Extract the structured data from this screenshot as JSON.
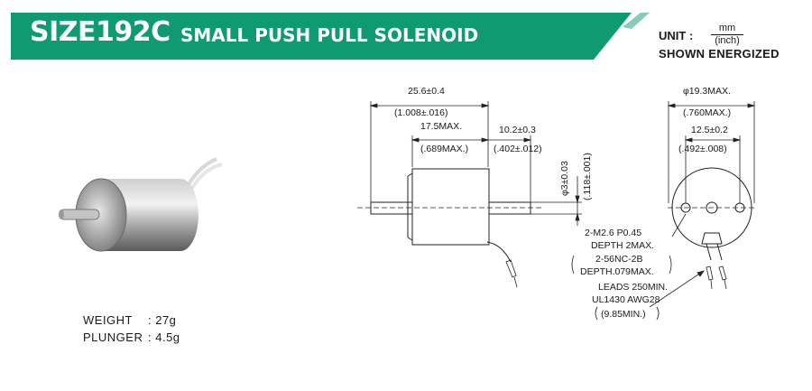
{
  "header": {
    "model": "SIZE192C",
    "product": "SMALL PUSH PULL SOLENOID",
    "brand_color": "#0f9a72"
  },
  "unit_note": {
    "unit_label": "UNIT :",
    "unit_num": "mm",
    "unit_den": "(inch)",
    "state": "SHOWN ENERGIZED"
  },
  "specs": [
    {
      "label": "WEIGHT",
      "value": ": 27g"
    },
    {
      "label": "PLUNGER",
      "value": ": 4.5g"
    }
  ],
  "side_view": {
    "overall_mm": "25.6±0.4",
    "overall_in": "(1.008±.016)",
    "body_mm": "17.5MAX.",
    "body_in": "(.689MAX.)",
    "stroke_mm": "10.2±0.3",
    "stroke_in": "(.402±.012)",
    "shaft_mm": "φ3±0.03",
    "shaft_in": "(.118±.001)"
  },
  "end_view": {
    "dia_mm": "φ19.3MAX.",
    "dia_in": "(.760MAX.)",
    "hole_mm": "12.5±0.2",
    "hole_in": "(.492±.008)"
  },
  "notes": {
    "thread": "2-M2.6 P0.45",
    "thread_depth": "DEPTH 2MAX.",
    "thread_alt": "2-56NC-2B",
    "thread_alt_depth": "DEPTH.079MAX.",
    "leads": "LEADS 250MIN.",
    "leads_spec": "UL1430 AWG28",
    "leads_in": "(9.85MIN.)"
  }
}
